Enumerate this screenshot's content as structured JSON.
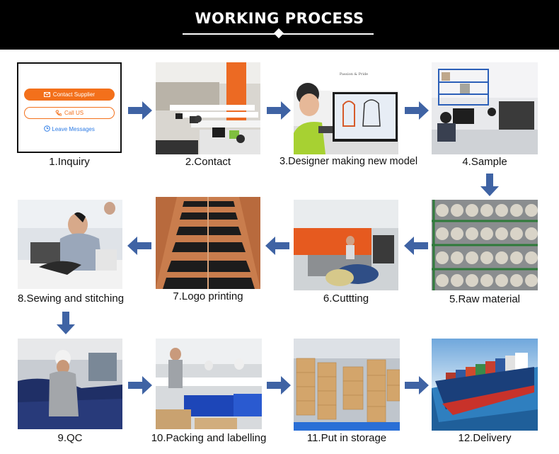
{
  "header": {
    "title": "WORKING PROCESS"
  },
  "inquiry_card": {
    "contact_supplier": "Contact Supplier",
    "call_us": "Call US",
    "leave_messages": "Leave Messages",
    "accent_color": "#f3701b",
    "link_color": "#2c7be5"
  },
  "photos": {
    "designer_banner": "Passion & Pride"
  },
  "steps": [
    {
      "label": "1.Inquiry"
    },
    {
      "label": "2.Contact"
    },
    {
      "label": "3.Designer making new model"
    },
    {
      "label": "4.Sample"
    },
    {
      "label": "5.Raw material"
    },
    {
      "label": "6.Cuttting"
    },
    {
      "label": "7.Logo printing"
    },
    {
      "label": "8.Sewing and stitching"
    },
    {
      "label": "9.QC"
    },
    {
      "label": "10.Packing and labelling"
    },
    {
      "label": "11.Put in storage"
    },
    {
      "label": "12.Delivery"
    }
  ],
  "arrow_color": "#3f63a4"
}
